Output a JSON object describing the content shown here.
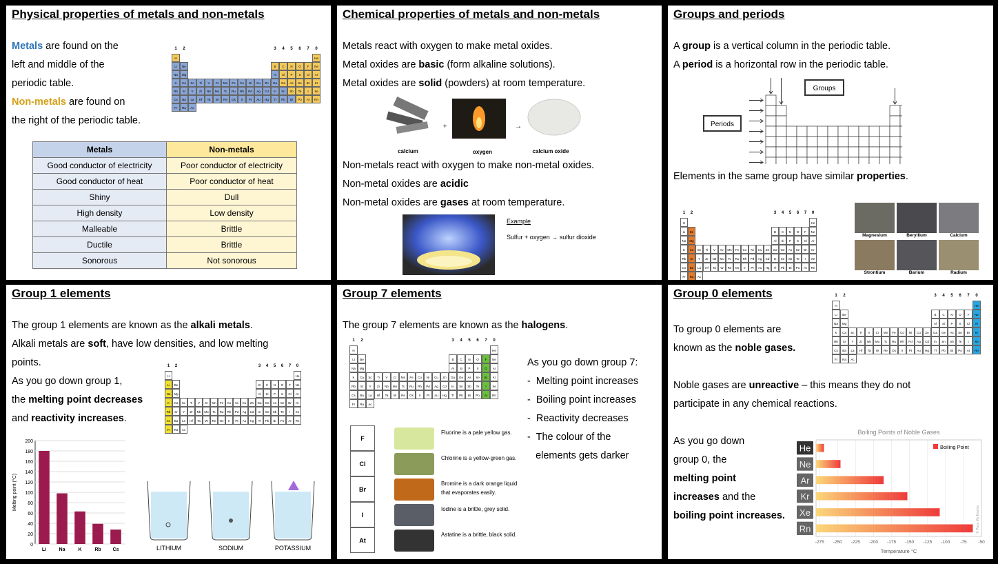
{
  "panels": {
    "physical": {
      "title": "Physical properties of metals and non-metals",
      "metals_word": "Metals",
      "metals_rest": " are found on the",
      "line2": "left and middle of the",
      "line3": "periodic table.",
      "nonmetals_word": "Non-metals",
      "nonmetals_rest": " are found on",
      "line5": "the right of the periodic table.",
      "table_headers": [
        "Metals",
        "Non-metals"
      ],
      "rows": [
        [
          "Good conductor of electricity",
          "Poor conductor of electricity"
        ],
        [
          "Good conductor of heat",
          "Poor conductor of heat"
        ],
        [
          "Shiny",
          "Dull"
        ],
        [
          "High density",
          "Low density"
        ],
        [
          "Malleable",
          "Brittle"
        ],
        [
          "Ductile",
          "Brittle"
        ],
        [
          "Sonorous",
          "Not sonorous"
        ]
      ]
    },
    "chemical": {
      "title": "Chemical properties of metals and non-metals",
      "l1": "Metals react with oxygen to make metal oxides.",
      "l2a": "Metal oxides are ",
      "l2b": "basic",
      "l2c": " (form alkaline solutions).",
      "l3a": "Metal oxides are ",
      "l3b": "solid",
      "l3c": " (powders) at room temperature.",
      "img_labels": [
        "calcium",
        "oxygen",
        "calcium oxide"
      ],
      "plus": "+",
      "arrow": "→",
      "l4": "Non-metals react with oxygen to make non-metal oxides.",
      "l5a": "Non-metal oxides are ",
      "l5b": "acidic",
      "l6a": "Non-metal oxides are ",
      "l6b": "gases",
      "l6c": " at room temperature.",
      "example_label": "Example",
      "example_eq": "Sulfur  +  oxygen  →  sulfur dioxide"
    },
    "groups": {
      "title": "Groups and periods",
      "l1a": "A ",
      "l1b": "group",
      "l1c": " is a vertical column in the periodic table.",
      "l2a": "A ",
      "l2b": "period",
      "l2c": " is a horizontal row in the periodic table.",
      "groups_box": "Groups",
      "periods_box": "Periods",
      "l3a": "Elements in the same group have similar ",
      "l3b": "properties",
      "photos": [
        "Magnesium",
        "Beryllium",
        "Calcium",
        "Strontium",
        "Barium",
        "Radium"
      ]
    },
    "group1": {
      "title": "Group 1 elements",
      "l1a": "The group 1 elements are known as the ",
      "l1b": "alkali metals",
      "l2a": "Alkali metals are ",
      "l2b": "soft",
      "l2c": ", have low densities, and low melting",
      "l3": "points.",
      "l4": "As you go down group 1,",
      "l5a": "the ",
      "l5b": "melting point decreases",
      "l6a": "and ",
      "l6b": "reactivity increases",
      "ylabel": "Melting point (°C)",
      "beakers": [
        "LITHIUM",
        "SODIUM",
        "POTASSIUM"
      ]
    },
    "group7": {
      "title": "Group 7 elements",
      "l1a": "The group 7 elements are known as the ",
      "l1b": "halogens",
      "down": "As you go down group 7:",
      "bullets": [
        "-  Melting point increases",
        "-  Boiling point increases",
        "-  Reactivity decreases",
        "-  The colour of the",
        "   elements gets darker"
      ],
      "halogens": [
        {
          "sym": "F",
          "desc": "Fluorine is a pale yellow gas."
        },
        {
          "sym": "Cl",
          "desc": "Chlorine is a yellow-green gas."
        },
        {
          "sym": "Br",
          "desc": "Bromine is a dark orange liquid that evaporates easily."
        },
        {
          "sym": "I",
          "desc": "Iodine is a brittle, grey solid."
        },
        {
          "sym": "At",
          "desc": "Astatine is a brittle, black solid."
        }
      ]
    },
    "group0": {
      "title": "Group 0 elements",
      "l1": "To group 0 elements are",
      "l2a": "known as the ",
      "l2b": "noble gases.",
      "l3a": "Noble gases are ",
      "l3b": "unreactive",
      "l3c": " – this means they do not",
      "l4": "participate in any chemical reactions.",
      "l5": "As you go down",
      "l6": "group 0, the",
      "l7": "melting point",
      "l8a": "increases",
      "l8b": " and the",
      "l9": "boiling point increases."
    }
  },
  "chart_data": [
    {
      "type": "bar",
      "title": "",
      "categories": [
        "Li",
        "Na",
        "K",
        "Rb",
        "Cs"
      ],
      "values": [
        180,
        98,
        63,
        39,
        28
      ],
      "xlabel": "",
      "ylabel": "Melting point (°C)",
      "ylim": [
        0,
        200
      ],
      "yticks": [
        0,
        20,
        40,
        60,
        80,
        100,
        120,
        140,
        160,
        180,
        200
      ],
      "color": "#9b1b4e"
    },
    {
      "type": "bar",
      "orientation": "horizontal",
      "title": "Boiling Points of Noble Gases",
      "categories": [
        "He",
        "Ne",
        "Ar",
        "Kr",
        "Xe",
        "Rn"
      ],
      "values": [
        -269,
        -246,
        -186,
        -153,
        -108,
        -62
      ],
      "xlabel": "Temperature °C",
      "legend": "Boiling Point",
      "xlim": [
        -280,
        -50
      ],
      "xticks": [
        -275,
        -250,
        -225,
        -200,
        -175,
        -150,
        -125,
        -100,
        -75,
        -50
      ],
      "watermark": "© Pass My Exams"
    }
  ]
}
